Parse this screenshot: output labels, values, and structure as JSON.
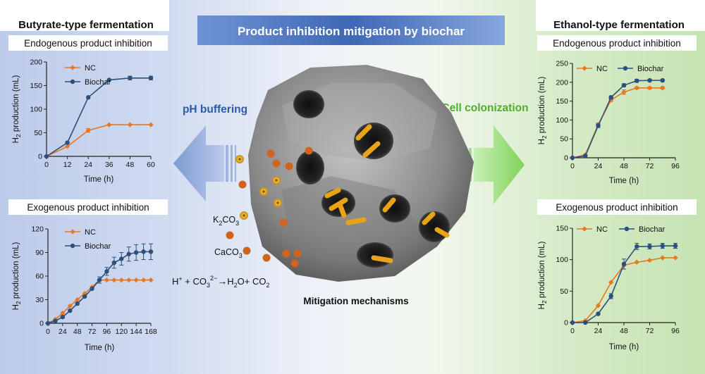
{
  "banner": {
    "title": "Product inhibition mitigation by biochar"
  },
  "left_panel": {
    "heading": "Butyrate-type fermentation",
    "endogenous_label": "Endogenous product inhibition",
    "exogenous_label": "Exogenous product inhibition"
  },
  "right_panel": {
    "heading": "Ethanol-type fermentation",
    "endogenous_label": "Endogenous product inhibition",
    "exogenous_label": "Exogenous product inhibition"
  },
  "center": {
    "ph_buffering": "pH buffering",
    "cell_colonization": "Cell colonization",
    "k2co3": {
      "base": "K",
      "sub1": "2",
      "mid": "CO",
      "sub2": "3"
    },
    "caco3": {
      "base": "CaCO",
      "sub": "3"
    },
    "reaction": {
      "h": "H",
      "hsup": "+",
      "plus": " + CO",
      "co3sub": "3",
      "co3sup": "2−",
      "arrow": "→",
      "products": "H",
      "h2osub": "2",
      "rest": "O+ CO",
      "co2sub": "2"
    },
    "mechanisms_caption": "Mitigation mechanisms"
  },
  "colors": {
    "nc": "#e87722",
    "biochar": "#2c4f7c",
    "ph_arrow": "#8aa6d6",
    "colonization_arrow": "#8fd16a",
    "carbonate_dot": "#d0641e",
    "k2co3_dot": "#e8b12e"
  },
  "chart_data": [
    {
      "id": "butyrate-endogenous",
      "type": "line",
      "xlabel": "Time (h)",
      "ylabel": "H2 production (mL)",
      "xlim": [
        0,
        60
      ],
      "ylim": [
        0,
        200
      ],
      "xticks": [
        0,
        12,
        24,
        36,
        48,
        60
      ],
      "yticks": [
        0,
        50,
        100,
        150,
        200
      ],
      "legend": "top-left",
      "series": [
        {
          "name": "NC",
          "x": [
            0,
            12,
            24,
            36,
            48,
            60
          ],
          "y": [
            0,
            21,
            55,
            67,
            67,
            67
          ],
          "err": [
            0,
            0,
            4,
            0,
            0,
            0
          ]
        },
        {
          "name": "Biochar",
          "x": [
            0,
            12,
            24,
            36,
            48,
            60
          ],
          "y": [
            0,
            29,
            125,
            162,
            166,
            166
          ],
          "err": [
            0,
            0,
            0,
            0,
            4,
            4
          ]
        }
      ]
    },
    {
      "id": "butyrate-exogenous",
      "type": "line",
      "xlabel": "Time (h)",
      "ylabel": "H2 production (mL)",
      "xlim": [
        0,
        168
      ],
      "ylim": [
        0,
        120
      ],
      "xticks": [
        0,
        24,
        48,
        72,
        96,
        120,
        144,
        168
      ],
      "yticks": [
        0,
        30,
        60,
        90,
        120
      ],
      "legend": "top-left",
      "series": [
        {
          "name": "NC",
          "x": [
            0,
            12,
            24,
            36,
            48,
            60,
            72,
            84,
            96,
            108,
            120,
            132,
            144,
            156,
            168
          ],
          "y": [
            0,
            5,
            13,
            22,
            30,
            38,
            46,
            55,
            55,
            55,
            55,
            55,
            55,
            55,
            55
          ],
          "err": [
            0,
            0,
            0,
            0,
            0,
            0,
            0,
            0,
            0,
            0,
            0,
            0,
            0,
            0,
            0
          ]
        },
        {
          "name": "Biochar",
          "x": [
            0,
            12,
            24,
            36,
            48,
            60,
            72,
            84,
            96,
            108,
            120,
            132,
            144,
            156,
            168
          ],
          "y": [
            0,
            3,
            8,
            16,
            25,
            34,
            44,
            55,
            66,
            77,
            82,
            88,
            90,
            91,
            91
          ],
          "err": [
            0,
            0,
            0,
            0,
            0,
            0,
            0,
            4,
            5,
            7,
            8,
            9,
            10,
            10,
            10
          ]
        }
      ]
    },
    {
      "id": "ethanol-endogenous",
      "type": "line",
      "xlabel": "Time (h)",
      "ylabel": "H2 production (mL)",
      "xlim": [
        0,
        96
      ],
      "ylim": [
        0,
        250
      ],
      "xticks": [
        0,
        24,
        48,
        72,
        96
      ],
      "yticks": [
        0,
        50,
        100,
        150,
        200,
        250
      ],
      "legend": "top",
      "series": [
        {
          "name": "NC",
          "x": [
            0,
            12,
            24,
            36,
            48,
            60,
            72,
            84
          ],
          "y": [
            0,
            8,
            88,
            153,
            174,
            185,
            185,
            185
          ],
          "err": [
            0,
            0,
            5,
            4,
            6,
            3,
            3,
            3
          ]
        },
        {
          "name": "Biochar",
          "x": [
            0,
            12,
            24,
            36,
            48,
            60,
            72,
            84
          ],
          "y": [
            0,
            5,
            85,
            160,
            192,
            204,
            205,
            205
          ],
          "err": [
            0,
            0,
            5,
            4,
            4,
            4,
            3,
            3
          ]
        }
      ]
    },
    {
      "id": "ethanol-exogenous",
      "type": "line",
      "xlabel": "Time (h)",
      "ylabel": "H2 production (mL)",
      "xlim": [
        0,
        96
      ],
      "ylim": [
        0,
        150
      ],
      "xticks": [
        0,
        24,
        48,
        72,
        96
      ],
      "yticks": [
        0,
        50,
        100,
        150
      ],
      "legend": "top",
      "series": [
        {
          "name": "NC",
          "x": [
            0,
            12,
            24,
            36,
            48,
            60,
            72,
            84,
            96
          ],
          "y": [
            0,
            3,
            27,
            64,
            91,
            96,
            99,
            103,
            103
          ],
          "err": [
            0,
            0,
            0,
            0,
            0,
            0,
            0,
            0,
            0
          ]
        },
        {
          "name": "Biochar",
          "x": [
            0,
            12,
            24,
            36,
            48,
            60,
            72,
            84,
            96
          ],
          "y": [
            0,
            0,
            14,
            42,
            93,
            121,
            121,
            122,
            122
          ],
          "err": [
            0,
            0,
            0,
            4,
            8,
            5,
            4,
            4,
            4
          ]
        }
      ]
    }
  ]
}
